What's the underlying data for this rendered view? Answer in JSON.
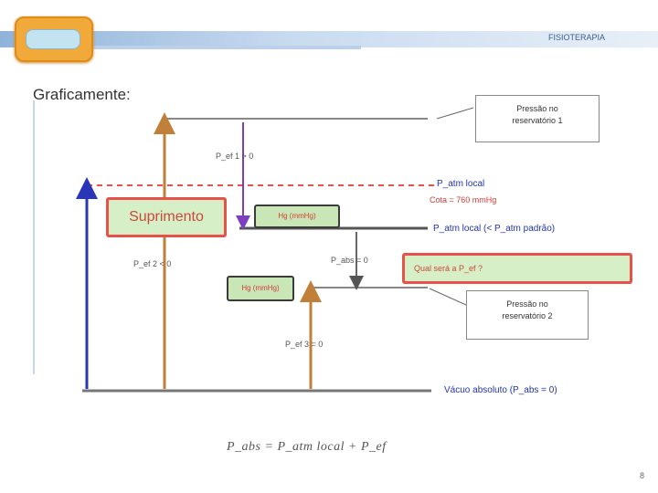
{
  "header": {
    "section_title": "FISIOTERAPIA"
  },
  "slide": {
    "title": "Graficamente:",
    "page_number": "8"
  },
  "callouts": {
    "top": {
      "line1": "Pressão no",
      "line2": "reservatório 1"
    },
    "bottom": {
      "line1": "Pressão no",
      "line2": "reservatório 2"
    }
  },
  "boxes": {
    "supply": "Suprimento",
    "hg_top": "Hg (mmHg)",
    "hg_mid": "Hg (mmHg)",
    "right": "Qual será a P_ef ?"
  },
  "levels": {
    "atm_local": "P_atm local",
    "cota": "Cota = 760 mmHg",
    "atm_std": "P_atm local (< P_atm padrão)",
    "vacuum": "Vácuo absoluto (P_abs = 0)"
  },
  "pressure_labels": {
    "p1": "P_ef 1 > 0",
    "p2": "P_ef 2 < 0",
    "p3": "P_abs = 0",
    "p4": "P_ef 3 = 0"
  },
  "formula": "P_abs = P_atm local + P_ef"
}
